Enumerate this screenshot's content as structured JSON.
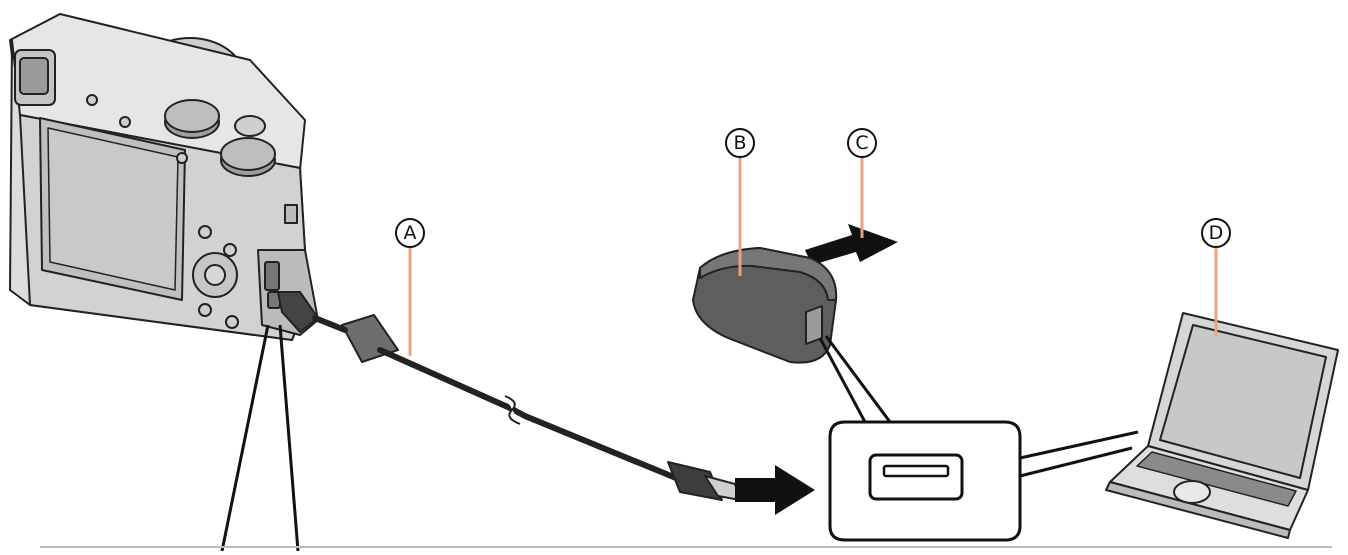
{
  "callouts": {
    "usb_cable": "A",
    "ac_adaptor": "B",
    "power_outlet": "C",
    "pc": "D"
  },
  "colors": {
    "leader_line": "#e8a47c",
    "line": "#111111",
    "body_grey": "#d8d8d8",
    "dark_grey": "#555555",
    "adaptor_grey": "#6a6a6a"
  }
}
